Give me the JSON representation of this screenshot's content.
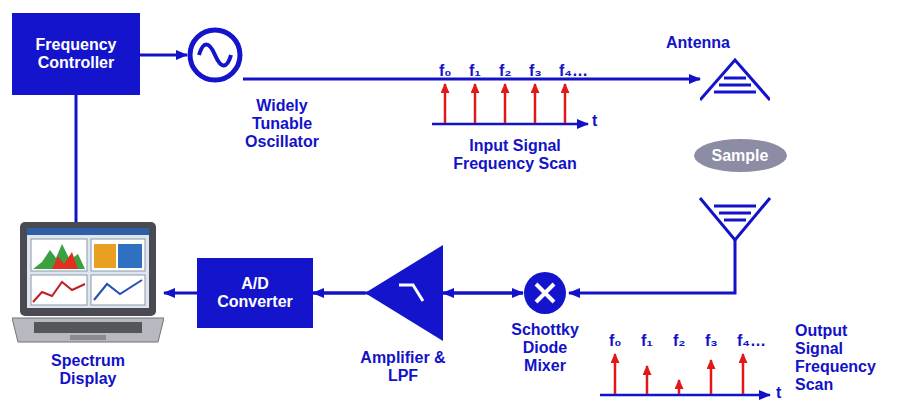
{
  "diagram": {
    "nodes": [
      {
        "text": [
          "Frequency Controller"
        ]
      },
      {
        "text": [
          "Widely Tunable Oscillator"
        ]
      },
      {
        "text": [
          "Antenna"
        ]
      },
      {
        "text": [
          "Sample"
        ]
      },
      {
        "text": [
          "Schottky Diode Mixer"
        ]
      },
      {
        "text": [
          "Amplifier & LPF"
        ]
      },
      {
        "text": [
          "A/D Converter"
        ]
      },
      {
        "text": [
          "Spectrum Display"
        ]
      }
    ],
    "edges": [
      {
        "from": 0,
        "to": 1,
        "arrow": "to"
      },
      {
        "from": 0,
        "to": 7,
        "arrow": "none"
      },
      {
        "from": 1,
        "to": 2,
        "arrow": "to"
      },
      {
        "from": 1,
        "to": 4,
        "arrow": "to"
      },
      {
        "from": 4,
        "to": 5,
        "arrow": "to"
      },
      {
        "from": 5,
        "to": 6,
        "arrow": "to"
      },
      {
        "from": 6,
        "to": 7,
        "arrow": "to"
      }
    ],
    "labels": [
      "Input Signal Frequency Scan",
      "f₀",
      "f₁",
      "f₂",
      "f₃",
      "f₄…",
      "t",
      "Output Signal Frequency Scan",
      "f₀",
      "f₁",
      "f₂",
      "f₃",
      "f₄…",
      "t"
    ]
  }
}
